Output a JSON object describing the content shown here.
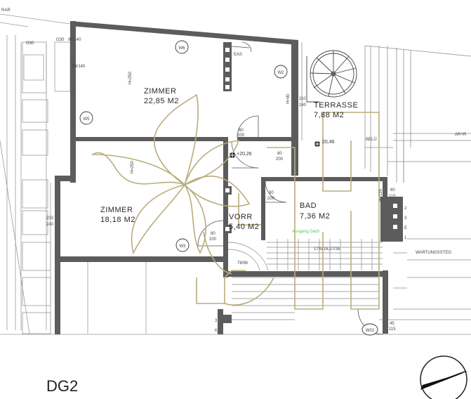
{
  "floor_label": "DG2",
  "rooms": [
    {
      "name": "ZIMMER",
      "area": "22,85 M2"
    },
    {
      "name": "ZIMMER",
      "area": "18,18 M2"
    },
    {
      "name": "TERRASSE",
      "area": "7,88 M2"
    },
    {
      "name": "BAD",
      "area": "7,36 M2"
    },
    {
      "name": "VORR",
      "area": "5,40 M2"
    }
  ],
  "window_tags": [
    "W6",
    "W2",
    "W5",
    "W3",
    "W02"
  ],
  "levels": [
    "+20,26",
    "20,46"
  ],
  "door_tags": [
    {
      "w": "80",
      "h": "200"
    },
    {
      "w": "80",
      "h": "200"
    },
    {
      "w": "80",
      "h": "200"
    },
    {
      "w": "80",
      "h": "200"
    }
  ],
  "annotations": {
    "h250_a": "H=250",
    "h250_b": "H=250",
    "g30_a": "G30",
    "g30_b": "G30",
    "dim_94_140_a": "94/140",
    "dim_94_140_b": "94/140",
    "dim_233_240": "233\n240",
    "dim_110_160": "110\n160",
    "h90": "H=90",
    "h135": "H=135",
    "dim_60_115": "60\n115",
    "dim_45_115": "45\n115",
    "eas": "EAS",
    "stair_spec": "17St 16,17/26",
    "stair_spec_b": "78/96",
    "ausgang": "Ausgang Dach",
    "wartungssteg": "WARTUNGSSTEG",
    "belu": "BELÜ",
    "ar_r": "AR+R",
    "rar": "RAR",
    "side_numbers": [
      "2",
      "3",
      "E",
      "1"
    ],
    "k3_a": "3",
    "k3_b": "K"
  },
  "colors": {
    "wall": "#5c5c5c",
    "line": "#8a8a8a",
    "gold": "#b9ad7d",
    "green": "#5cc45c"
  }
}
